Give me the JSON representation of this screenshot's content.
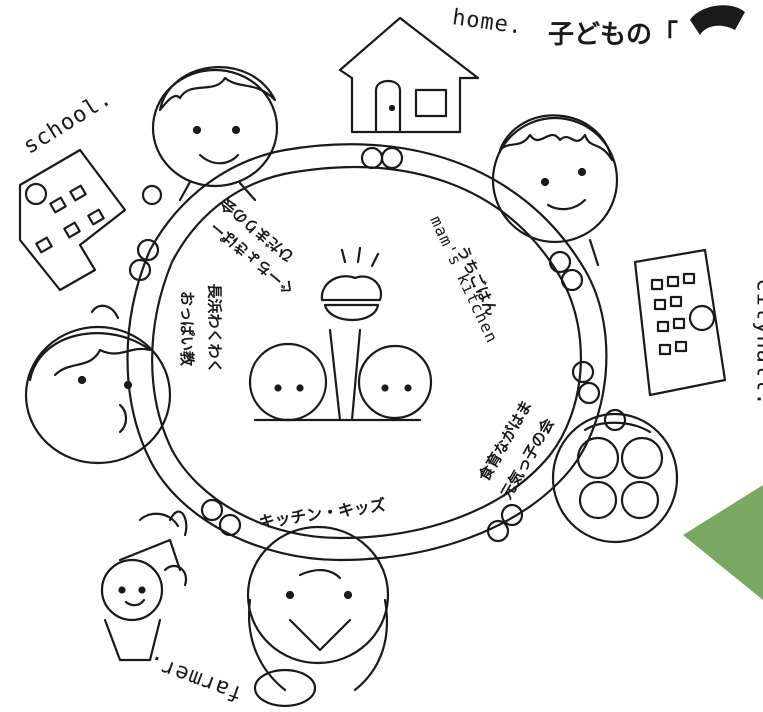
{
  "title": {
    "text": "子どもの「"
  },
  "place_labels": {
    "home": "home.",
    "school": "school.",
    "cityhall": "cityhall.",
    "farmer": "farmer."
  },
  "group_labels": {
    "naka_left": "長浜わくわく",
    "naka_left_2": "おっぱい教",
    "top": "ひだまりの会",
    "top_2": "ぐーちょきぱー",
    "right": "mam's kitchen",
    "right_2": "うちごはん",
    "bottom": "キッチン・キッズ",
    "bottom_right": "食育ながはま",
    "bottom_right_2": "元気っ子の会"
  },
  "colors": {
    "ink": "#1a1a1a",
    "accent_green": "#7aa862"
  },
  "icons": [
    "house-icon",
    "school-building-icon",
    "cityhall-building-icon",
    "child-figure-icon",
    "rice-bowl-icon"
  ]
}
